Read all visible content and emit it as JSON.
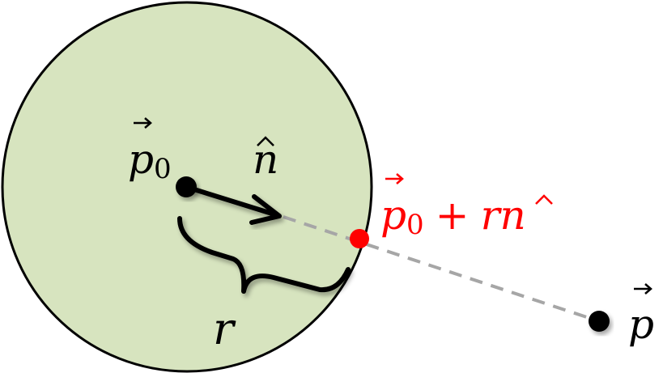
{
  "colors": {
    "disk_fill": "#d7e4bf",
    "disk_stroke": "#000000",
    "dashed_line": "#a6a6a6",
    "surface_point": "#ff0000",
    "black": "#000000"
  },
  "labels": {
    "center": {
      "base": "p",
      "sub": "0"
    },
    "normal": "n",
    "radius": "r",
    "surface_point": {
      "base": "p",
      "sub": "0",
      "op": "+",
      "r": "r",
      "n": "n"
    },
    "point": "p"
  }
}
